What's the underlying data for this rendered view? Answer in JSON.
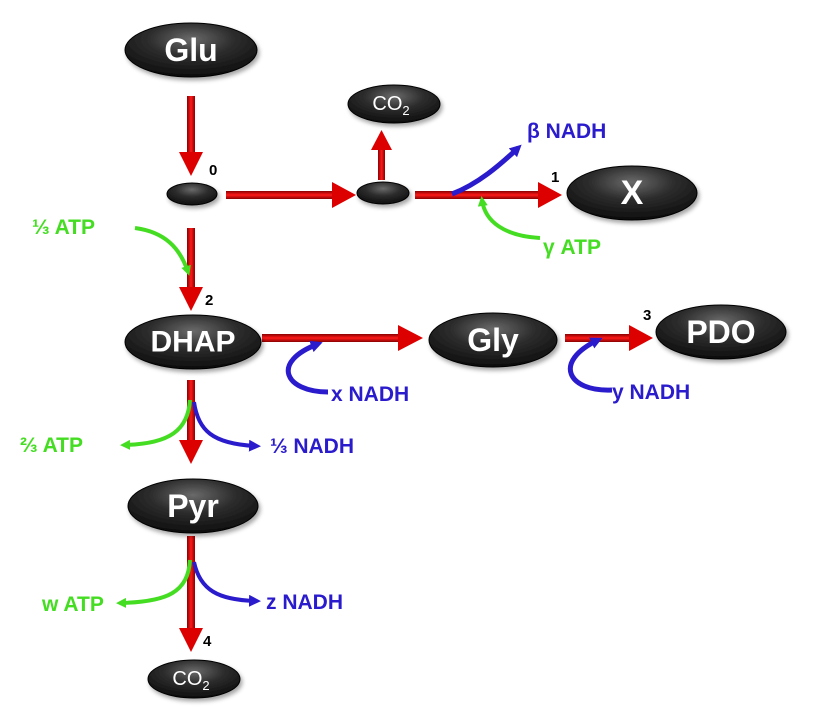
{
  "nodes": {
    "glu": "Glu",
    "co2_top": {
      "main": "CO",
      "sub": "2"
    },
    "x": "X",
    "dhap": "DHAP",
    "gly": "Gly",
    "pdo": "PDO",
    "pyr": "Pyr",
    "co2_bottom": {
      "main": "CO",
      "sub": "2"
    }
  },
  "step_numbers": {
    "n0": "0",
    "n1": "1",
    "n2": "2",
    "n3": "3",
    "n4": "4"
  },
  "cofactors": {
    "beta_nadh": "β NADH",
    "gamma_atp": "γ ATP",
    "third_atp": "⅓ ATP",
    "x_nadh": "x NADH",
    "y_nadh": "y NADH",
    "two_thirds_atp": "⅔ ATP",
    "third_nadh": "⅓ NADH",
    "w_atp": "w ATP",
    "z_nadh": "z NADH"
  },
  "colors": {
    "main_arrow": "#dd0000",
    "atp": "#44dd22",
    "nadh": "#2a1bcc",
    "node": "#2b2b2b"
  }
}
